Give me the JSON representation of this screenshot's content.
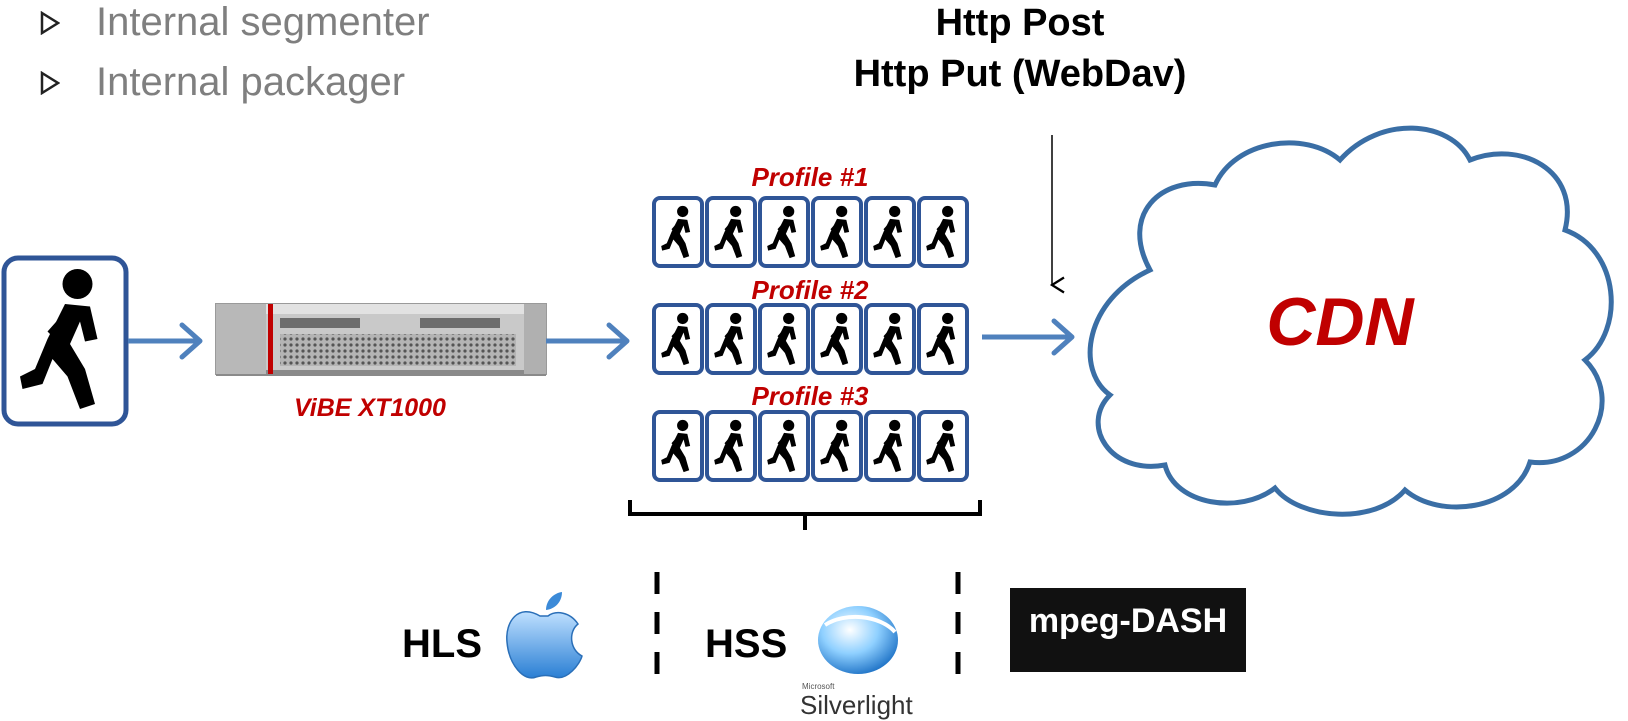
{
  "bullets": [
    {
      "text": "Internal segmenter"
    },
    {
      "text": "Internal packager"
    }
  ],
  "http_methods": {
    "line1": "Http Post",
    "line2": "Http Put (WebDav)"
  },
  "profiles": [
    {
      "label": "Profile #1"
    },
    {
      "label": "Profile #2"
    },
    {
      "label": "Profile #3"
    }
  ],
  "device": {
    "label": "ViBE XT1000"
  },
  "cdn": {
    "label": "CDN"
  },
  "formats": {
    "hls": "HLS",
    "hss": "HSS",
    "silverlight_brand": "Microsoft",
    "silverlight_text": "Silverlight",
    "dash_text": "mpeg-DASH"
  },
  "colors": {
    "accent_red": "#c00000",
    "arrow_blue": "#4f81bd",
    "frame_border": "#2f5597",
    "cloud_border": "#3a6ea5",
    "bullet_gray": "#7f7f7f",
    "dash_dots": "#1f8fe0"
  }
}
